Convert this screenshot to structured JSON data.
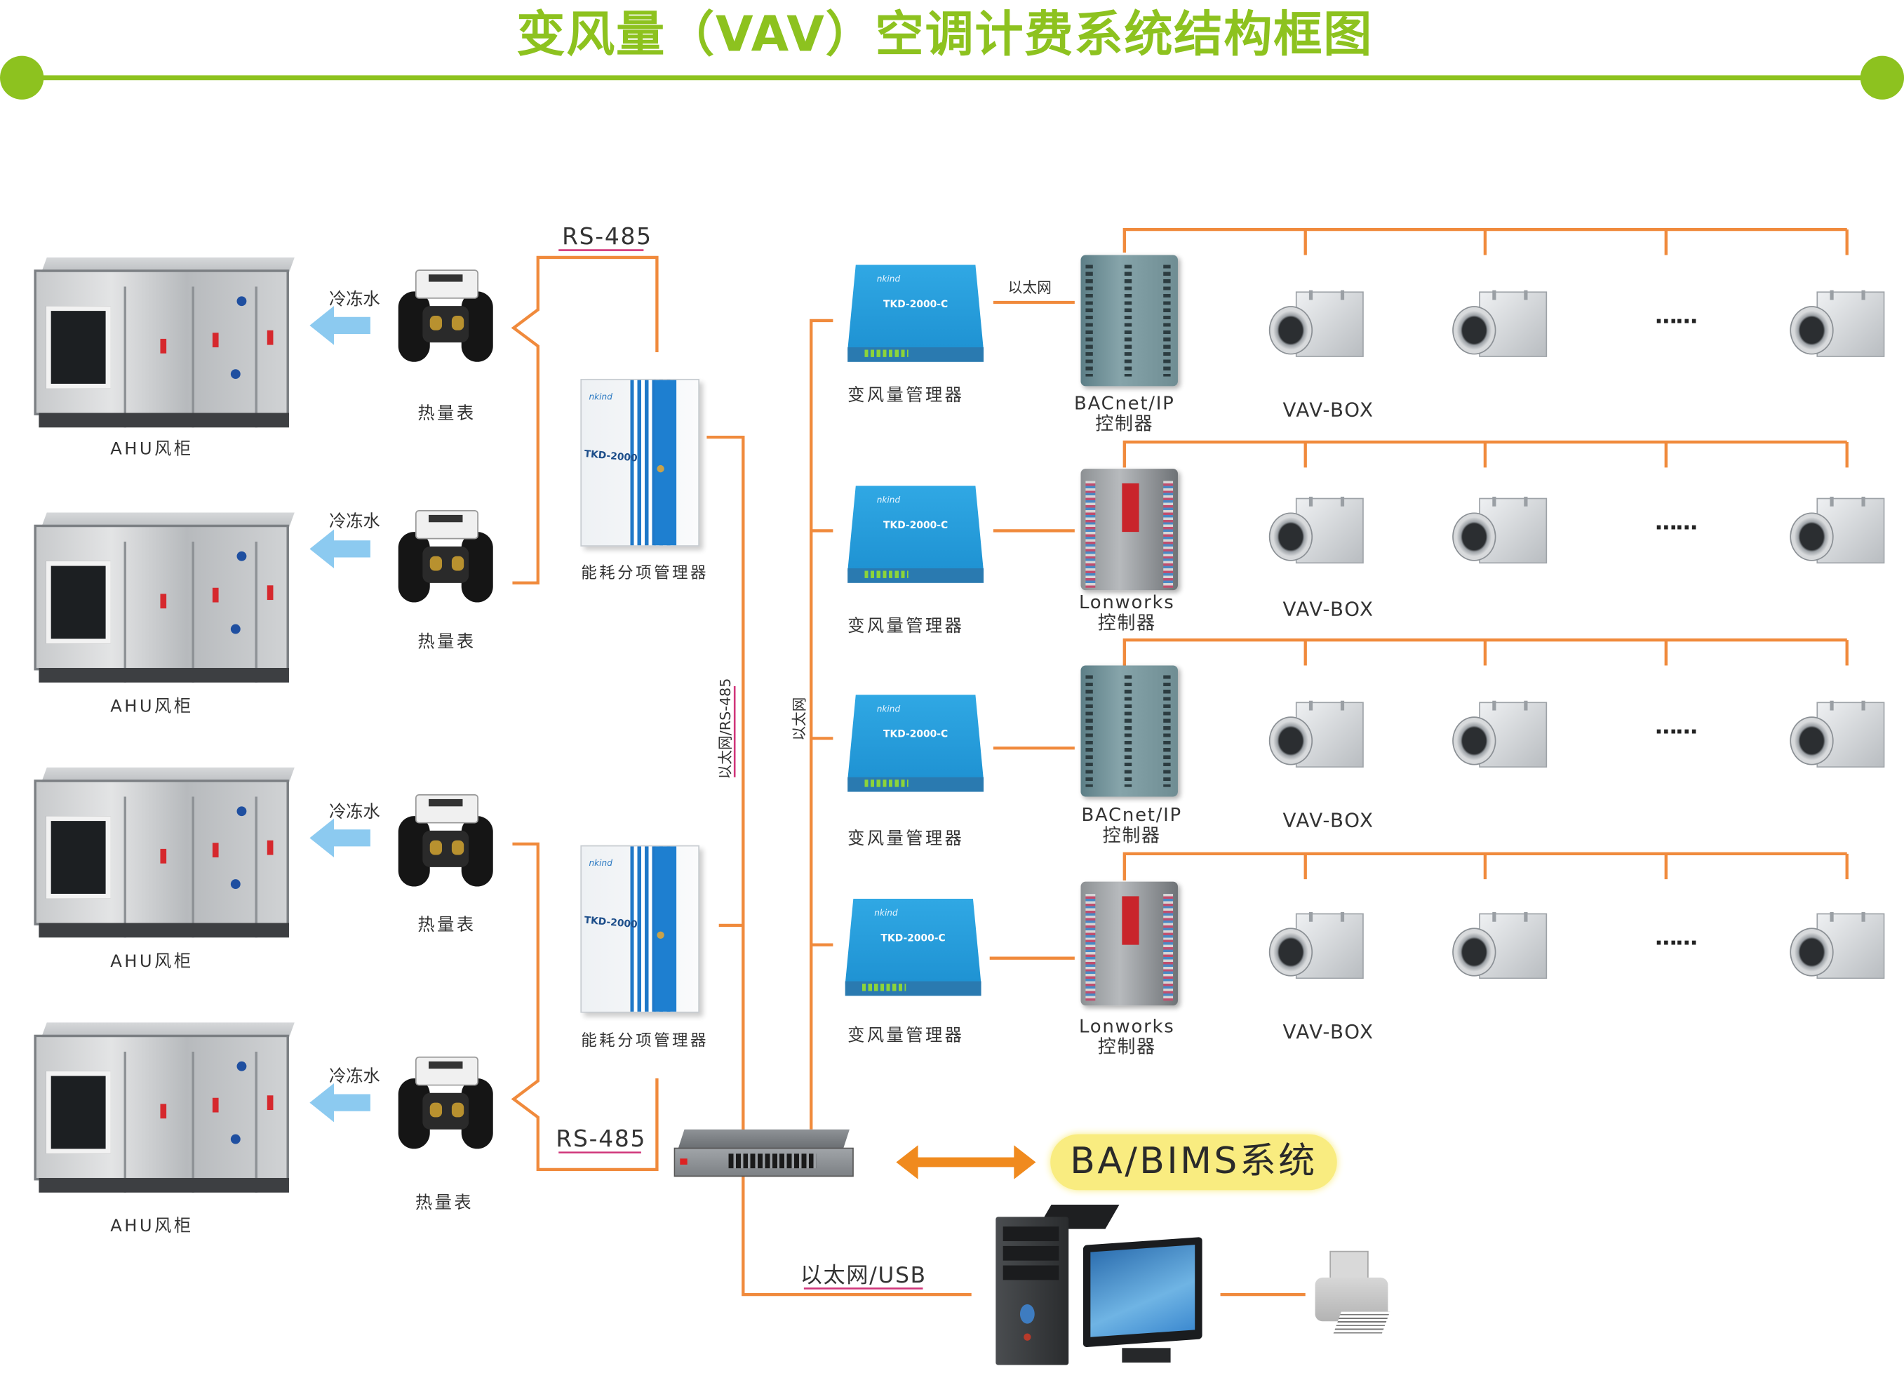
{
  "title": "变风量（VAV）空调计费系统结构框图",
  "colors": {
    "title_green": "#8dc21f",
    "wire_orange": "#f08a3c",
    "underline_pink": "#d0357a",
    "water_arrow_blue": "#8ccaf0",
    "bms_yellow": "#f9ec80"
  },
  "ahu_rows": [
    {
      "ahu_label": "AHU风柜",
      "water_label": "冷冻水",
      "meter_label": "热量表"
    },
    {
      "ahu_label": "AHU风柜",
      "water_label": "冷冻水",
      "meter_label": "热量表"
    },
    {
      "ahu_label": "AHU风柜",
      "water_label": "冷冻水",
      "meter_label": "热量表"
    },
    {
      "ahu_label": "AHU风柜",
      "water_label": "冷冻水",
      "meter_label": "热量表"
    }
  ],
  "rs485_labels": [
    "RS-485",
    "RS-485"
  ],
  "energy_managers": [
    {
      "label": "能耗分项管理器",
      "brand": "nkind",
      "model": "TKD-2000"
    },
    {
      "label": "能耗分项管理器",
      "brand": "nkind",
      "model": "TKD-2000"
    }
  ],
  "links": {
    "ethernet_rs485": "以太网/RS-485",
    "ethernet": "以太网",
    "ethernet_short": "以太网",
    "ethernet_usb": "以太网/USB"
  },
  "vav_rows": [
    {
      "manager_label": "变风量管理器",
      "manager_brand": "nkind",
      "manager_model": "TKD-2000-C",
      "controller_line1": "BACnet/IP",
      "controller_line2": "控制器",
      "box_label": "VAV-BOX",
      "ellipsis": "……"
    },
    {
      "manager_label": "变风量管理器",
      "manager_brand": "nkind",
      "manager_model": "TKD-2000-C",
      "controller_line1": "Lonworks",
      "controller_line2": "控制器",
      "box_label": "VAV-BOX",
      "ellipsis": "……"
    },
    {
      "manager_label": "变风量管理器",
      "manager_brand": "nkind",
      "manager_model": "TKD-2000-C",
      "controller_line1": "BACnet/IP",
      "controller_line2": "控制器",
      "box_label": "VAV-BOX",
      "ellipsis": "……"
    },
    {
      "manager_label": "变风量管理器",
      "manager_brand": "nkind",
      "manager_model": "TKD-2000-C",
      "controller_line1": "Lonworks",
      "controller_line2": "控制器",
      "box_label": "VAV-BOX",
      "ellipsis": "……"
    }
  ],
  "bms_label": "BA/BIMS系统",
  "icons": {
    "ahu": "air-handling-unit",
    "meter": "heat-meter",
    "switch": "network-switch",
    "computer": "desktop-computer",
    "printer": "printer",
    "arrow": "bidirectional-arrow"
  }
}
